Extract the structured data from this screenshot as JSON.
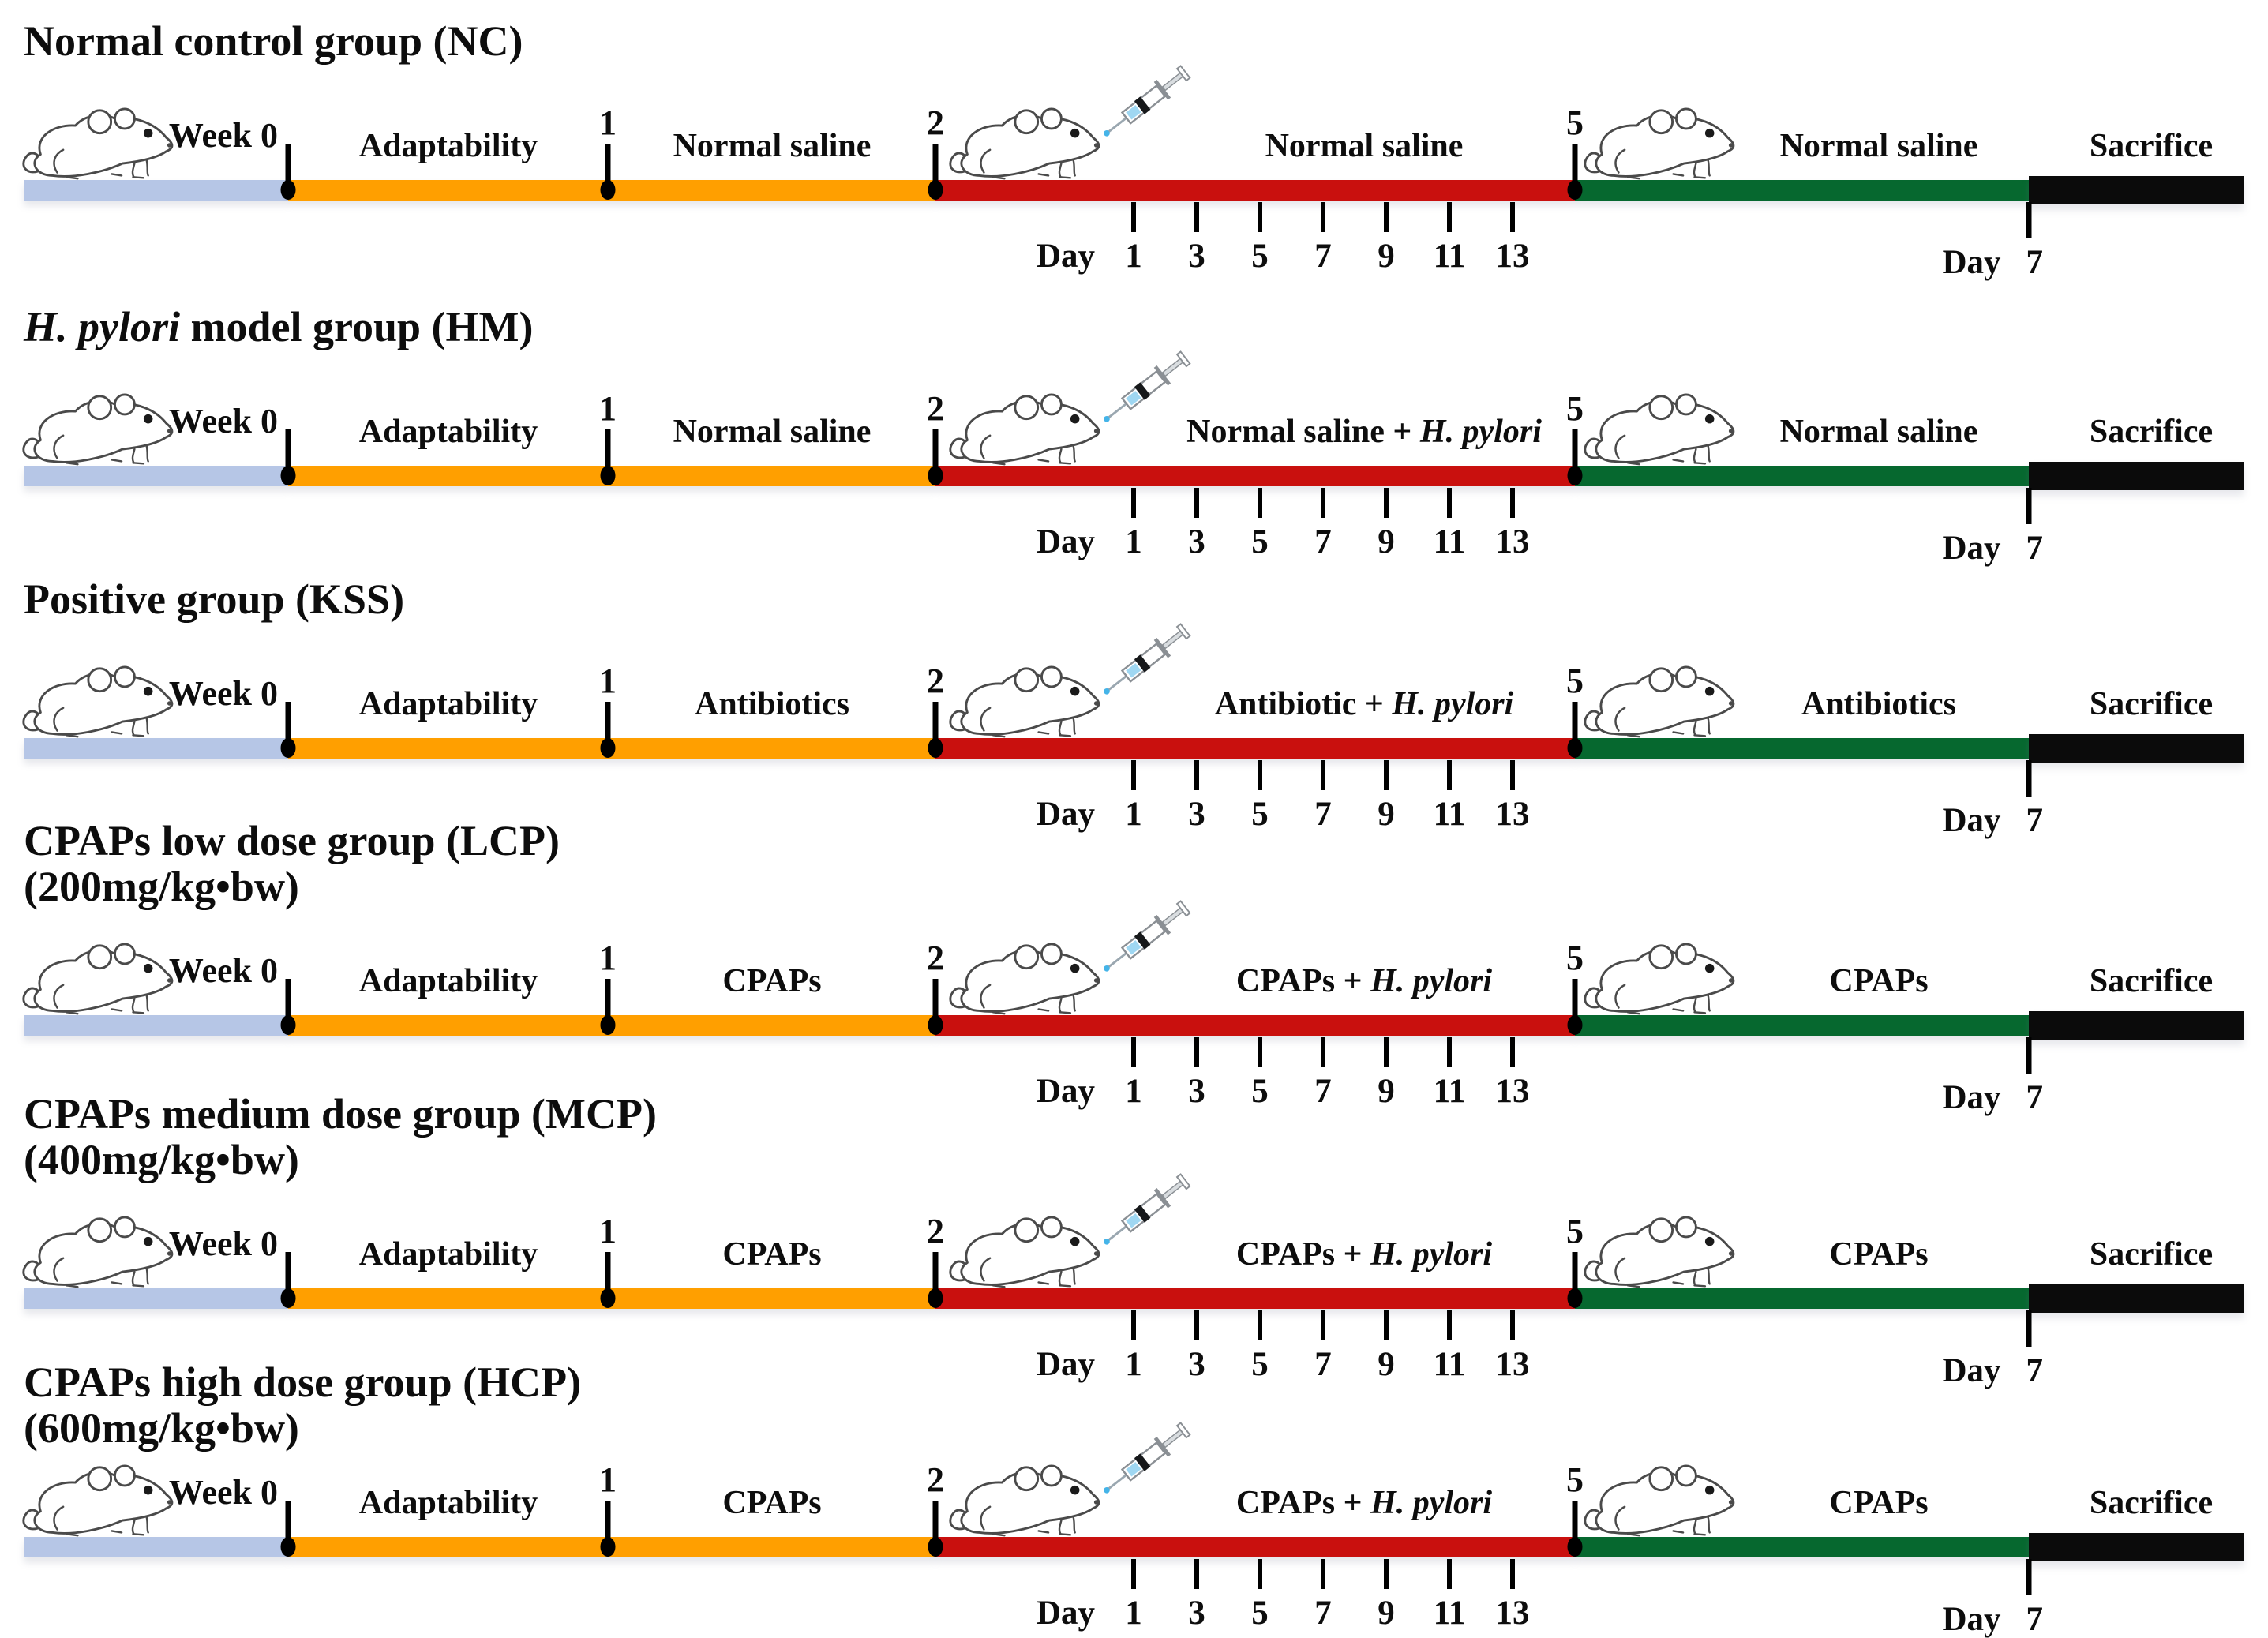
{
  "figure": {
    "week_axis_label": "Week 0",
    "week_ticks": [
      "1",
      "2",
      "5"
    ],
    "adaptability_label": "Adaptability",
    "sacrifice_label": "Sacrifice",
    "day_axis": {
      "prefix": "Day",
      "ticks": [
        "1",
        "3",
        "5",
        "7",
        "9",
        "11",
        "13"
      ]
    },
    "day7": {
      "prefix": "Day",
      "value": "7"
    },
    "colors": {
      "acclimation": "#b6c6e6",
      "treatment": "#ff9f00",
      "infection": "#c9100e",
      "recovery": "#06682f",
      "sacrifice": "#0b0b0b",
      "syringe_liquid": "#45b4e8"
    }
  },
  "groups": [
    {
      "id": "NC",
      "title_italic": "",
      "title_text": "Normal control group (NC)",
      "title_line2": "",
      "week1_2_label": "Normal saline",
      "week2_5_plain": "Normal saline",
      "week2_5_italic": "",
      "week5_label": "Normal saline"
    },
    {
      "id": "HM",
      "title_italic": "H. pylori",
      "title_text": " model group (HM)",
      "title_line2": "",
      "week1_2_label": "Normal saline",
      "week2_5_plain": "Normal saline + ",
      "week2_5_italic": "H. pylori",
      "week5_label": "Normal saline"
    },
    {
      "id": "KSS",
      "title_italic": "",
      "title_text": "Positive group (KSS)",
      "title_line2": "",
      "week1_2_label": "Antibiotics",
      "week2_5_plain": "Antibiotic + ",
      "week2_5_italic": "H. pylori",
      "week5_label": "Antibiotics"
    },
    {
      "id": "LCP",
      "title_italic": "",
      "title_text": "CPAPs low dose group (LCP)",
      "title_line2": "(200mg/kg•bw)",
      "week1_2_label": "CPAPs",
      "week2_5_plain": "CPAPs + ",
      "week2_5_italic": "H. pylori",
      "week5_label": "CPAPs"
    },
    {
      "id": "MCP",
      "title_italic": "",
      "title_text": "CPAPs medium dose group (MCP)",
      "title_line2": "(400mg/kg•bw)",
      "week1_2_label": "CPAPs",
      "week2_5_plain": "CPAPs + ",
      "week2_5_italic": "H. pylori",
      "week5_label": "CPAPs"
    },
    {
      "id": "HCP",
      "title_italic": "",
      "title_text": "CPAPs high dose group (HCP)",
      "title_line2": "(600mg/kg•bw)",
      "week1_2_label": "CPAPs",
      "week2_5_plain": "CPAPs + ",
      "week2_5_italic": "H. pylori",
      "week5_label": "CPAPs"
    }
  ]
}
